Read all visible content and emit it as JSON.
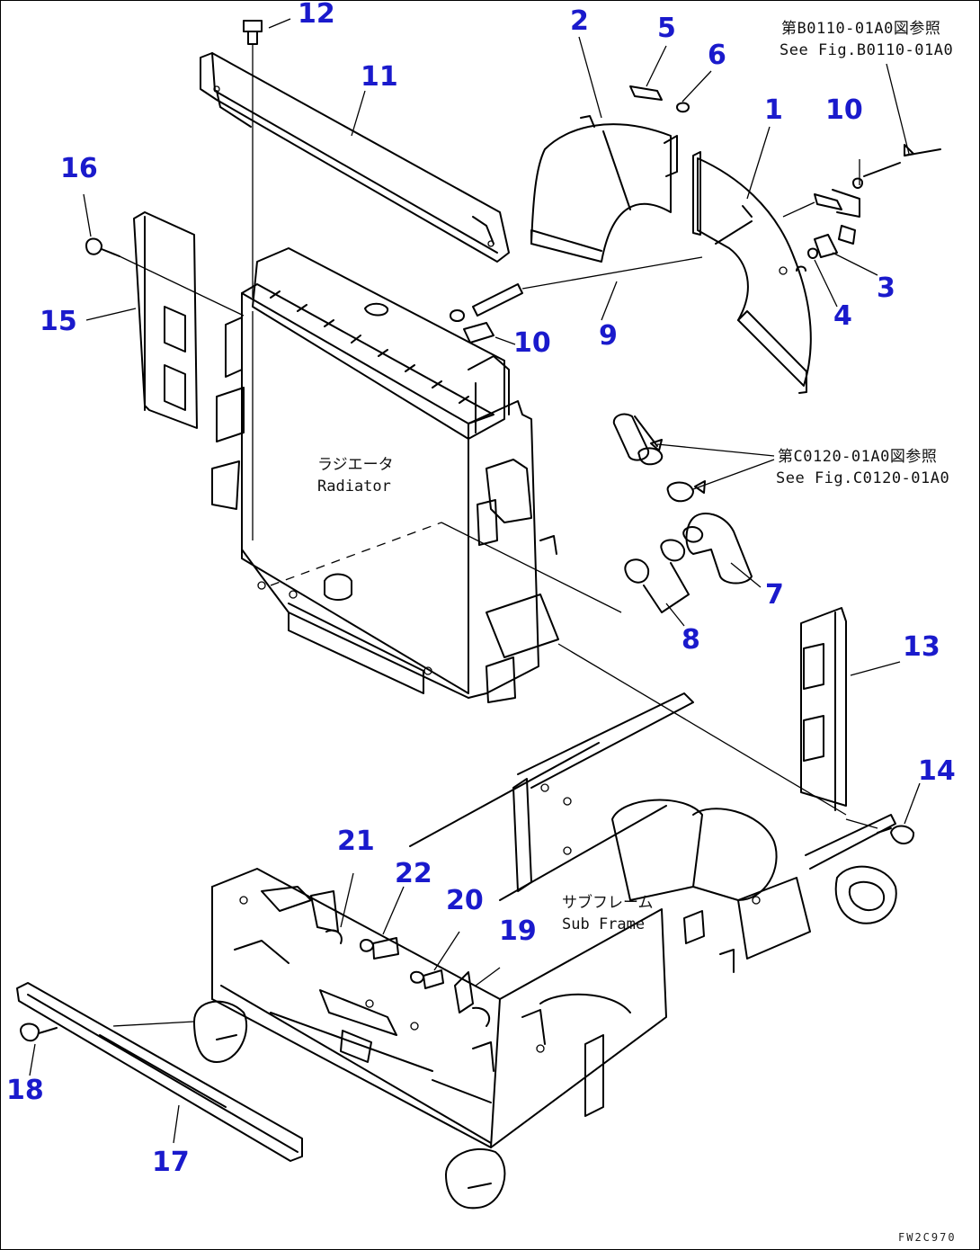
{
  "callouts": {
    "c1": "1",
    "c2": "2",
    "c3": "3",
    "c4": "4",
    "c5": "5",
    "c6": "6",
    "c7": "7",
    "c8": "8",
    "c9": "9",
    "c10a": "10",
    "c10b": "10",
    "c11": "11",
    "c12": "12",
    "c13": "13",
    "c14": "14",
    "c15": "15",
    "c16": "16",
    "c17": "17",
    "c18": "18",
    "c19": "19",
    "c20": "20",
    "c21": "21",
    "c22": "22"
  },
  "notes": {
    "ref_top_jp": "第B0110-01A0図参照",
    "ref_top_en": "See Fig.B0110-01A0",
    "ref_mid_jp": "第C0120-01A0図参照",
    "ref_mid_en": "See Fig.C0120-01A0"
  },
  "labels": {
    "radiator_jp": "ラジエータ",
    "radiator_en": "Radiator",
    "subframe_jp": "サブフレーム",
    "subframe_en": "Sub Frame"
  },
  "figure_code": "FW2C970"
}
